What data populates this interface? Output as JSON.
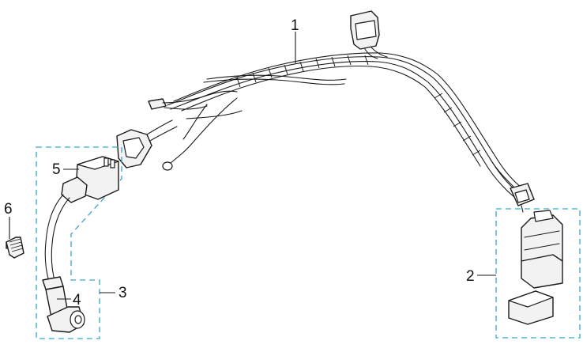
{
  "callouts": {
    "c1": "1",
    "c2": "2",
    "c3": "3",
    "c4": "4",
    "c5": "5",
    "c6": "6"
  },
  "colors": {
    "group_box": "#3aa6c7",
    "line": "#1a1a1a"
  },
  "parts": [
    {
      "callout": "1",
      "icon": "wiring-harness"
    },
    {
      "callout": "2",
      "icon": "relay-with-cover"
    },
    {
      "callout": "3",
      "icon": "ignition-coil-assembly-group"
    },
    {
      "callout": "4",
      "icon": "spark-plug-cap"
    },
    {
      "callout": "5",
      "icon": "ignition-coil"
    },
    {
      "callout": "6",
      "icon": "bolt"
    }
  ]
}
